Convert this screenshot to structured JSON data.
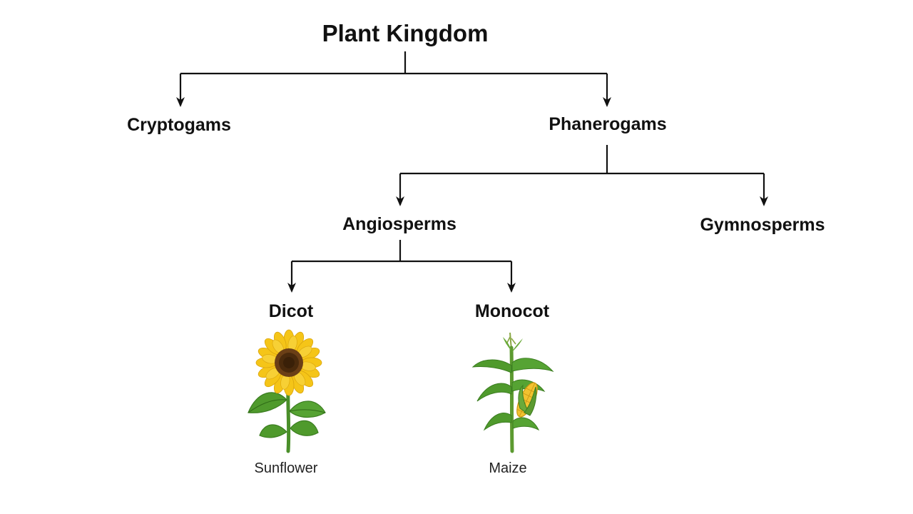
{
  "title": "Plant Kingdom",
  "nodes": {
    "cryptogams": "Cryptogams",
    "phanerogams": "Phanerogams",
    "angiosperms": "Angiosperms",
    "gymnosperms": "Gymnosperms",
    "dicot": "Dicot",
    "monocot": "Monocot"
  },
  "examples": {
    "dicot": {
      "name": "Sunflower",
      "icon": "sunflower-icon"
    },
    "monocot": {
      "name": "Maize",
      "icon": "maize-plant-icon"
    }
  },
  "colors": {
    "line": "#111111",
    "text": "#111111",
    "petal": "#f5c518",
    "flower_center": "#5a3312",
    "leaf": "#4f9a2c",
    "leaf_dark": "#3b7d20",
    "corn": "#f2c230"
  }
}
